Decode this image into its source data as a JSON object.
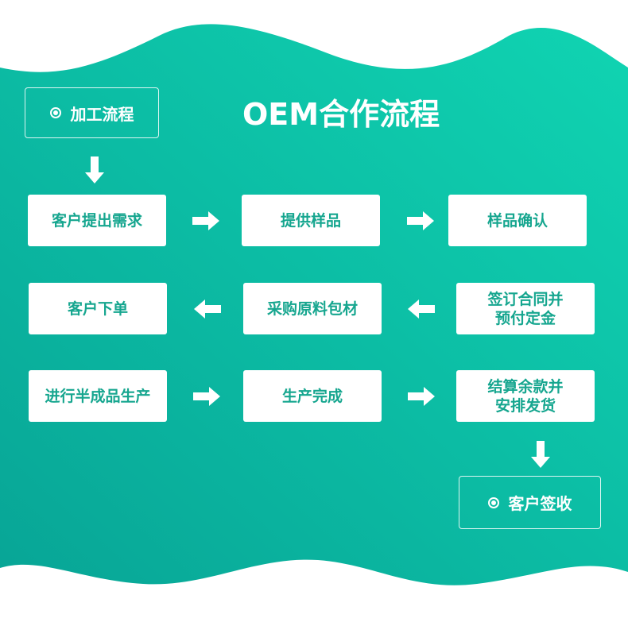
{
  "title": "OEM合作流程",
  "start_label": "加工流程",
  "end_label": "客户签收",
  "steps": {
    "s1": "客户提出需求",
    "s2": "提供样品",
    "s3": "样品确认",
    "s4a": "签订合同并",
    "s4b": "预付定金",
    "s5": "采购原料包材",
    "s6": "客户下单",
    "s7": "进行半成品生产",
    "s8": "生产完成",
    "s9a": "结算余款并",
    "s9b": "安排发货"
  },
  "colors": {
    "gradient_start": "#08a596",
    "gradient_end": "#10d4b2",
    "text": "#16a68f"
  }
}
